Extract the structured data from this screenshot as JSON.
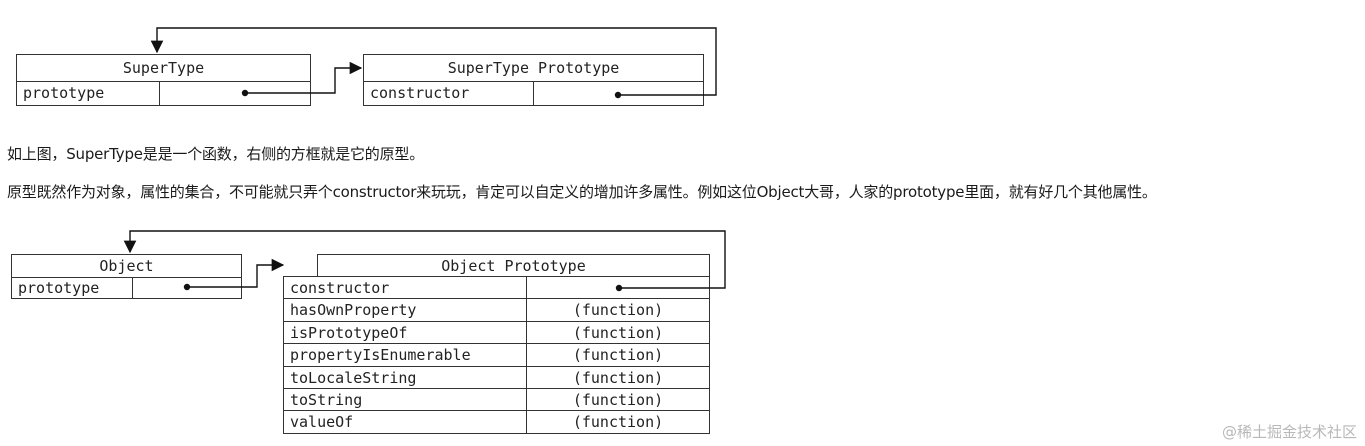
{
  "diagram1": {
    "left_title": "SuperType",
    "left_row_label": "prototype",
    "right_title": "SuperType Prototype",
    "right_row_label": "constructor"
  },
  "text": {
    "line1": "如上图，SuperType是是一个函数，右侧的方框就是它的原型。",
    "line2": "原型既然作为对象，属性的集合，不可能就只弄个constructor来玩玩，肯定可以自定义的增加许多属性。例如这位Object大哥，人家的prototype里面，就有好几个其他属性。"
  },
  "diagram2": {
    "left_title": "Object",
    "left_row_label": "prototype",
    "right_title": "Object Prototype",
    "rows": [
      {
        "name": "constructor",
        "value": ""
      },
      {
        "name": "hasOwnProperty",
        "value": "(function)"
      },
      {
        "name": "isPrototypeOf",
        "value": "(function)"
      },
      {
        "name": "propertyIsEnumerable",
        "value": "(function)"
      },
      {
        "name": "toLocaleString",
        "value": "(function)"
      },
      {
        "name": "toString",
        "value": "(function)"
      },
      {
        "name": "valueOf",
        "value": "(function)"
      }
    ]
  },
  "watermark": "@稀土掘金技术社区"
}
